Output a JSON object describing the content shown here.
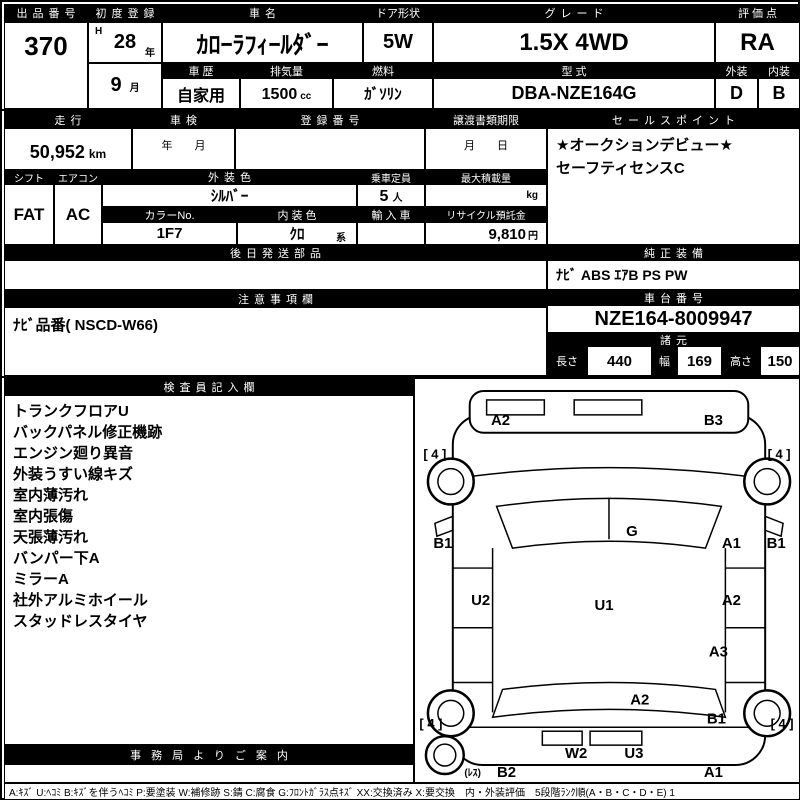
{
  "top": {
    "lot_label": "出品番号",
    "lot": "370",
    "first_reg_label": "初度登録",
    "era": "H",
    "year": "28",
    "year_unit": "年",
    "month": "9",
    "month_unit": "月",
    "name_label": "車名",
    "name": "ｶﾛｰﾗﾌｨｰﾙﾀﾞｰ",
    "door_label": "ドア形状",
    "door": "5W",
    "grade_label": "グレード",
    "grade": "1.5X 4WD",
    "score_label": "評価点",
    "score": "RA",
    "history_label": "車歴",
    "history": "自家用",
    "disp_label": "排気量",
    "disp": "1500",
    "disp_unit": "cc",
    "fuel_label": "燃料",
    "fuel": "ｶﾞｿﾘﾝ",
    "model_label": "型式",
    "model": "DBA-NZE164G",
    "ext_label": "外装",
    "ext": "D",
    "int_label": "内装",
    "int": "B"
  },
  "reg": {
    "mileage_label": "走行",
    "mileage": "50,952",
    "mileage_unit": "km",
    "shaken_label": "車検",
    "shaken_hint": "年　　月",
    "regno_label": "登録番号",
    "transfer_label": "譲渡書類期限",
    "transfer_hint": "月　　日"
  },
  "sales": {
    "label": "セールスポイント",
    "points": [
      "★オークションデビュー★",
      "セーフティセンスC"
    ]
  },
  "ec": {
    "shift_label": "シフト",
    "shift": "FAT",
    "ac_label": "エアコン",
    "ac": "AC",
    "ext_color_label": "外装色",
    "ext_color": "ｼﾙﾊﾞｰ",
    "cap_label": "乗車定員",
    "cap": "5",
    "cap_unit": "人",
    "load_label": "最大積載量",
    "load_unit": "kg",
    "color_no_label": "カラーNo.",
    "color_no": "1F7",
    "int_color_label": "内装色",
    "int_color": "ｸﾛ",
    "int_color_suffix": "系",
    "import_label": "輸入車",
    "recycle_label": "リサイクル預託金",
    "recycle": "9,810",
    "recycle_unit": "円"
  },
  "parts": {
    "later_label": "後日発送部品",
    "oem_label": "純正装備",
    "oem": "ﾅﾋﾞ ABS ｴｱB PS PW"
  },
  "caution": {
    "label": "注意事項欄",
    "text": "ﾅﾋﾞ品番( NSCD-W66)"
  },
  "chassis": {
    "label": "車台番号",
    "number": "NZE164-8009947",
    "spec_label": "諸元",
    "len_label": "長さ",
    "len": "440",
    "wid_label": "幅",
    "wid": "169",
    "hgt_label": "高さ",
    "hgt": "150"
  },
  "inspector": {
    "label": "検査員記入欄",
    "notes": [
      "トランクフロアU",
      "バックパネル修正機跡",
      "エンジン廻り異音",
      "外装うすい線キズ",
      "室内薄汚れ",
      "室内張傷",
      "天張薄汚れ",
      "バンパー下A",
      "ミラーA",
      "社外アルミホイール",
      "スタッドレスタイヤ"
    ]
  },
  "office": {
    "label": "事務局よりご案内"
  },
  "diagram": {
    "labels": [
      "A2",
      "B3",
      "[ 4 ]",
      "[ 4 ]",
      "B1",
      "G",
      "A1",
      "B1",
      "U2",
      "U1",
      "A2",
      "A3",
      "A2",
      "B1",
      "[ 4 ]",
      "[ 4 ]",
      "W2",
      "U3",
      "B2",
      "A1",
      "(ﾚｽ)"
    ]
  },
  "legend": {
    "text": "A:ｷｽﾞ U:ﾍｺﾐ B:ｷｽﾞを伴うﾍｺﾐ P:要塗装 W:補修跡 S:錆 C:腐食 G:ﾌﾛﾝﾄｶﾞﾗｽ点ｷｽﾞ XX:交換済み X:要交換　内・外装評価　5段階ﾗﾝｸ順(A・B・C・D・E) 1"
  },
  "colors": {
    "line": "#000000",
    "header_bg": "#000000",
    "header_fg": "#ffffff"
  }
}
